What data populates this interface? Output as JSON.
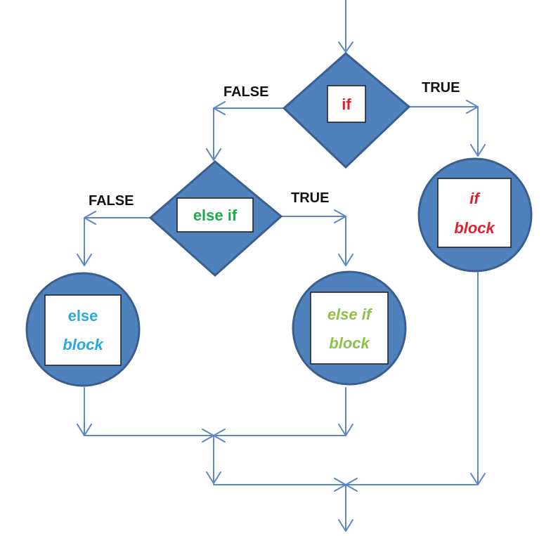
{
  "diagram": {
    "nodes": {
      "if_condition": {
        "label": "if",
        "color": "#e0202f"
      },
      "else_if_condition": {
        "label": "else if",
        "color": "#1faa4f"
      },
      "if_block": {
        "line1": "if",
        "line2": "block",
        "color": "#e0202f"
      },
      "else_block": {
        "line1": "else",
        "line2": "block",
        "color": "#28a9e1"
      },
      "else_if_block": {
        "line1": "else if",
        "line2": "block",
        "color": "#8fc14a"
      }
    },
    "edges": {
      "if_true": "TRUE",
      "if_false": "FALSE",
      "else_if_true": "TRUE",
      "else_if_false": "FALSE"
    },
    "colors": {
      "shape_fill": "#4f81bd",
      "connector": "#5b87c6"
    }
  }
}
